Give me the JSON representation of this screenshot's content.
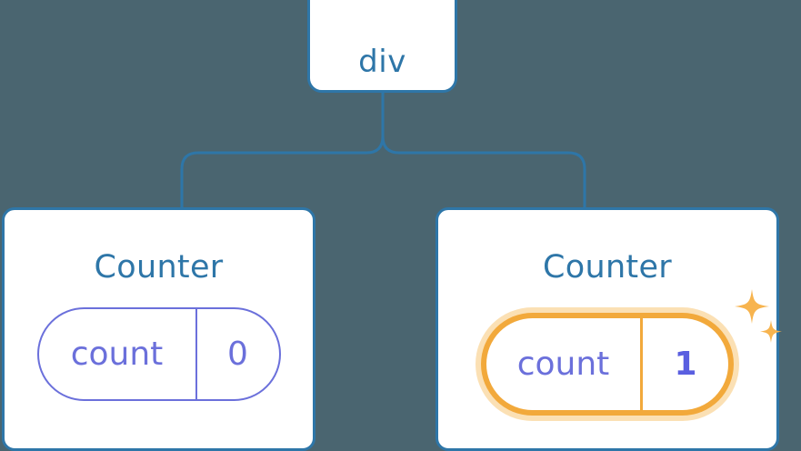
{
  "diagram": {
    "background_color": "#4a6570",
    "node_border_color": "#2e76a8",
    "node_text_color": "#2e76a8",
    "state_color": "#6b70db",
    "highlight_color": "#f2a93b",
    "highlight_glow_color": "#fbe0b4",
    "highlight_value_color": "#5a5fe0",
    "connector_color": "#2e76a8"
  },
  "root": {
    "label": "div"
  },
  "children": [
    {
      "title": "Counter",
      "state": {
        "key": "count",
        "value": "0"
      },
      "highlighted": false,
      "sparkles": false
    },
    {
      "title": "Counter",
      "state": {
        "key": "count",
        "value": "1"
      },
      "highlighted": true,
      "sparkles": true
    }
  ],
  "icons": {
    "sparkle_large": "sparkle-icon",
    "sparkle_small": "sparkle-small-icon"
  }
}
